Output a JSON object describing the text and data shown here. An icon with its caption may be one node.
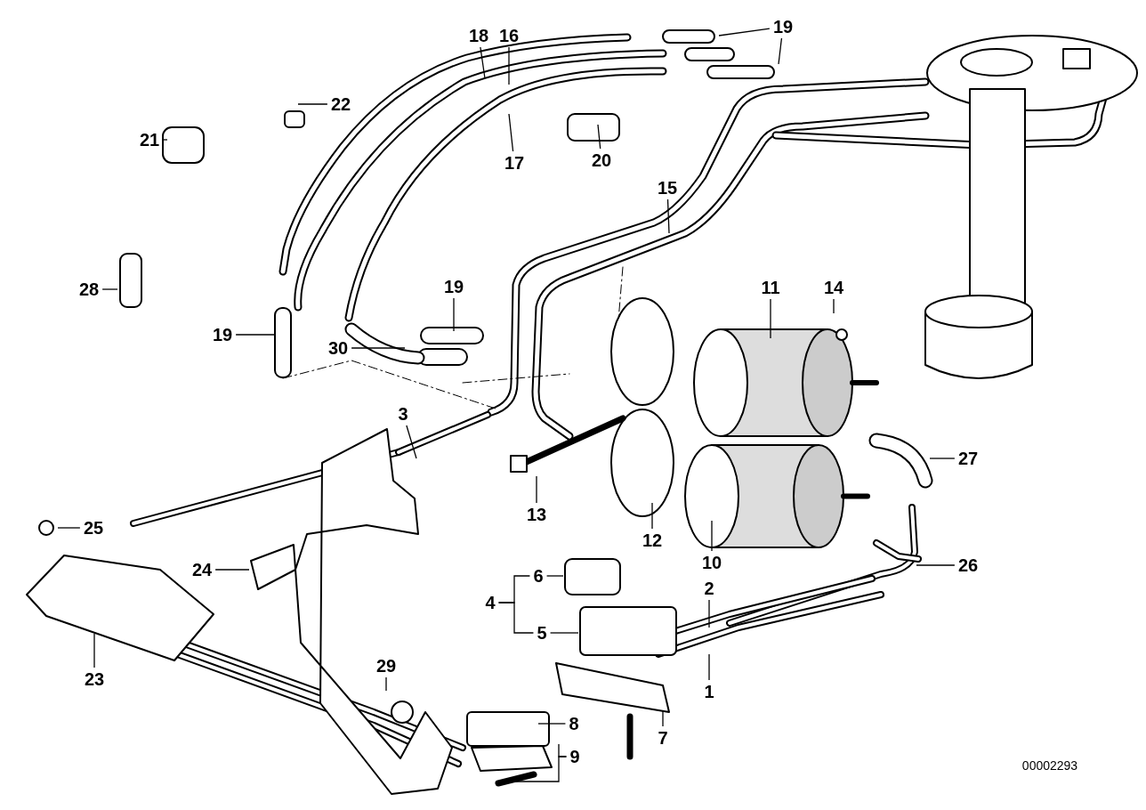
{
  "diagram": {
    "nodes": [
      {
        "text": [
          "18"
        ]
      },
      {
        "text": [
          "16"
        ]
      },
      {
        "text": [
          "19"
        ]
      },
      {
        "text": [
          "22"
        ]
      },
      {
        "text": [
          "21"
        ]
      },
      {
        "text": [
          "17"
        ]
      },
      {
        "text": [
          "20"
        ]
      },
      {
        "text": [
          "15"
        ]
      },
      {
        "text": [
          "28"
        ]
      },
      {
        "text": [
          "11"
        ]
      },
      {
        "text": [
          "14"
        ]
      },
      {
        "text": [
          "19"
        ]
      },
      {
        "text": [
          "19"
        ]
      },
      {
        "text": [
          "30"
        ]
      },
      {
        "text": [
          "3"
        ]
      },
      {
        "text": [
          "27"
        ]
      },
      {
        "text": [
          "13"
        ]
      },
      {
        "text": [
          "25"
        ]
      },
      {
        "text": [
          "12"
        ]
      },
      {
        "text": [
          "10"
        ]
      },
      {
        "text": [
          "24"
        ]
      },
      {
        "text": [
          "6"
        ]
      },
      {
        "text": [
          "26"
        ]
      },
      {
        "text": [
          "2"
        ]
      },
      {
        "text": [
          "4"
        ]
      },
      {
        "text": [
          "5"
        ]
      },
      {
        "text": [
          "23"
        ]
      },
      {
        "text": [
          "29"
        ]
      },
      {
        "text": [
          "1"
        ]
      },
      {
        "text": [
          "8"
        ]
      },
      {
        "text": [
          "7"
        ]
      },
      {
        "text": [
          "9"
        ]
      }
    ],
    "edges": [
      {
        "from": 0,
        "to": null,
        "arrow": "none"
      },
      {
        "from": 1,
        "to": null,
        "arrow": "none"
      },
      {
        "from": 2,
        "to": null,
        "arrow": "none"
      },
      {
        "from": 2,
        "to": null,
        "arrow": "none"
      },
      {
        "from": 3,
        "to": null,
        "arrow": "none"
      },
      {
        "from": 4,
        "to": null,
        "arrow": "none"
      },
      {
        "from": 5,
        "to": null,
        "arrow": "none"
      },
      {
        "from": 6,
        "to": null,
        "arrow": "none"
      },
      {
        "from": 7,
        "to": null,
        "arrow": "none"
      },
      {
        "from": 8,
        "to": null,
        "arrow": "none"
      },
      {
        "from": 9,
        "to": null,
        "arrow": "none"
      },
      {
        "from": 10,
        "to": null,
        "arrow": "none"
      },
      {
        "from": 11,
        "to": null,
        "arrow": "none"
      },
      {
        "from": 12,
        "to": null,
        "arrow": "none"
      },
      {
        "from": 13,
        "to": null,
        "arrow": "none"
      },
      {
        "from": 14,
        "to": null,
        "arrow": "none"
      },
      {
        "from": 15,
        "to": null,
        "arrow": "none"
      },
      {
        "from": 16,
        "to": null,
        "arrow": "none"
      },
      {
        "from": 17,
        "to": null,
        "arrow": "none"
      },
      {
        "from": 18,
        "to": null,
        "arrow": "none"
      },
      {
        "from": 19,
        "to": null,
        "arrow": "none"
      },
      {
        "from": 20,
        "to": null,
        "arrow": "none"
      },
      {
        "from": 21,
        "to": null,
        "arrow": "none"
      },
      {
        "from": 22,
        "to": null,
        "arrow": "none"
      },
      {
        "from": 23,
        "to": null,
        "arrow": "none"
      },
      {
        "from": 24,
        "to": 21,
        "arrow": "none"
      },
      {
        "from": 24,
        "to": 25,
        "arrow": "none"
      },
      {
        "from": 25,
        "to": null,
        "arrow": "none"
      },
      {
        "from": 26,
        "to": null,
        "arrow": "none"
      },
      {
        "from": 27,
        "to": null,
        "arrow": "none"
      },
      {
        "from": 28,
        "to": null,
        "arrow": "none"
      },
      {
        "from": 29,
        "to": null,
        "arrow": "none"
      },
      {
        "from": 30,
        "to": null,
        "arrow": "none"
      },
      {
        "from": 31,
        "to": null,
        "arrow": "none"
      },
      {
        "from": 31,
        "to": null,
        "arrow": "none"
      }
    ],
    "labels": [
      "00002293"
    ]
  }
}
